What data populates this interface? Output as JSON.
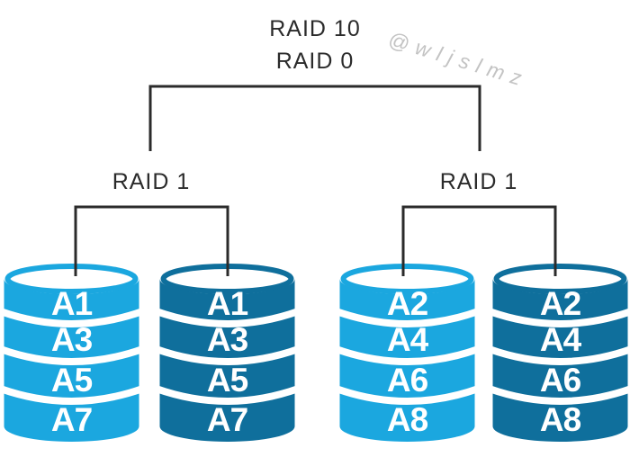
{
  "title": {
    "line1": "RAID 10",
    "line2": "RAID 0"
  },
  "watermark": "@wljslmz",
  "groups": [
    {
      "label": "RAID 1",
      "disks": [
        {
          "tone": "light",
          "segments": [
            "A1",
            "A3",
            "A5",
            "A7"
          ]
        },
        {
          "tone": "dark",
          "segments": [
            "A1",
            "A3",
            "A5",
            "A7"
          ]
        }
      ]
    },
    {
      "label": "RAID 1",
      "disks": [
        {
          "tone": "light",
          "segments": [
            "A2",
            "A4",
            "A6",
            "A8"
          ]
        },
        {
          "tone": "dark",
          "segments": [
            "A2",
            "A4",
            "A6",
            "A8"
          ]
        }
      ]
    }
  ],
  "colors": {
    "disk_light": "#1BA7DF",
    "disk_dark": "#0F6F9C",
    "line": "#2B2B2B",
    "text": "#2B2B2B",
    "watermark": "#C3C3C3",
    "segment_text": "#FFFFFF"
  }
}
